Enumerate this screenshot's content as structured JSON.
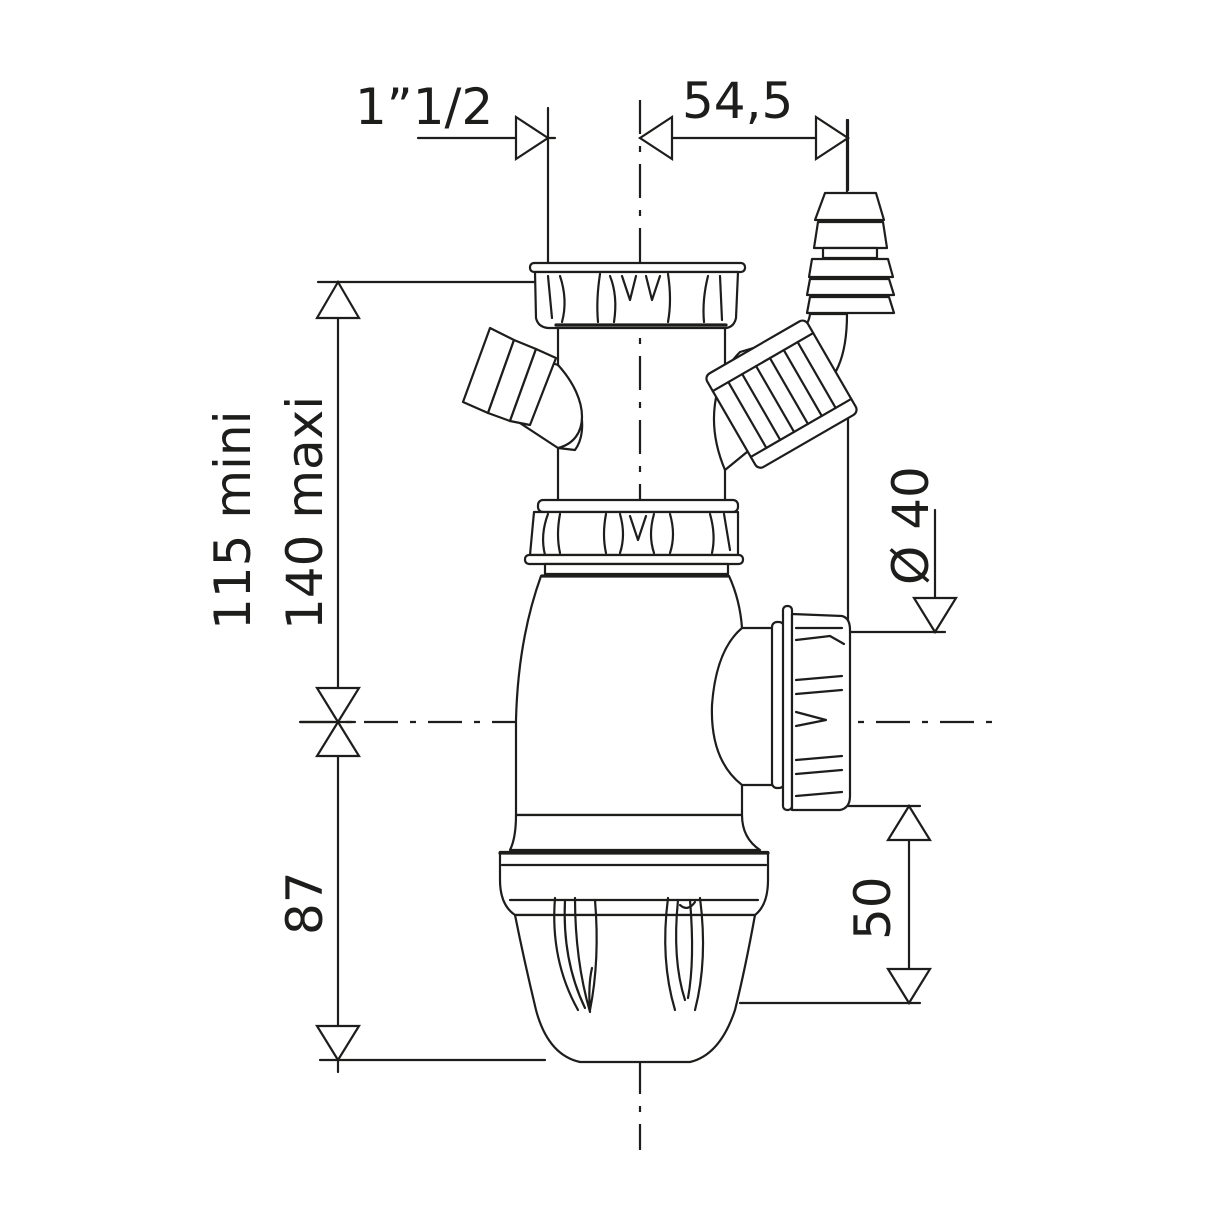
{
  "drawing": {
    "title": "Bottle trap technical dimension drawing",
    "line_color": "#1d1d1b",
    "background": "#ffffff"
  },
  "dimensions": {
    "inlet_thread": "1”1/2",
    "branch_offset": "54,5",
    "height_min": "115 mini",
    "height_max": "140 maxi",
    "outlet_diameter": "Ø 40",
    "bottom_to_outlet_axis": "87",
    "outlet_to_bottom_water": "50"
  },
  "parts": {
    "top_nut": "top-inlet-nut",
    "left_spigot": "left-hose-spigot",
    "right_spigot": "right-stepped-hose-spigot",
    "middle_nut": "middle-nut",
    "bottle_body": "bottle-body",
    "outlet_nut": "outlet-nut",
    "bottom_cup": "bottom-cleaning-cup"
  }
}
